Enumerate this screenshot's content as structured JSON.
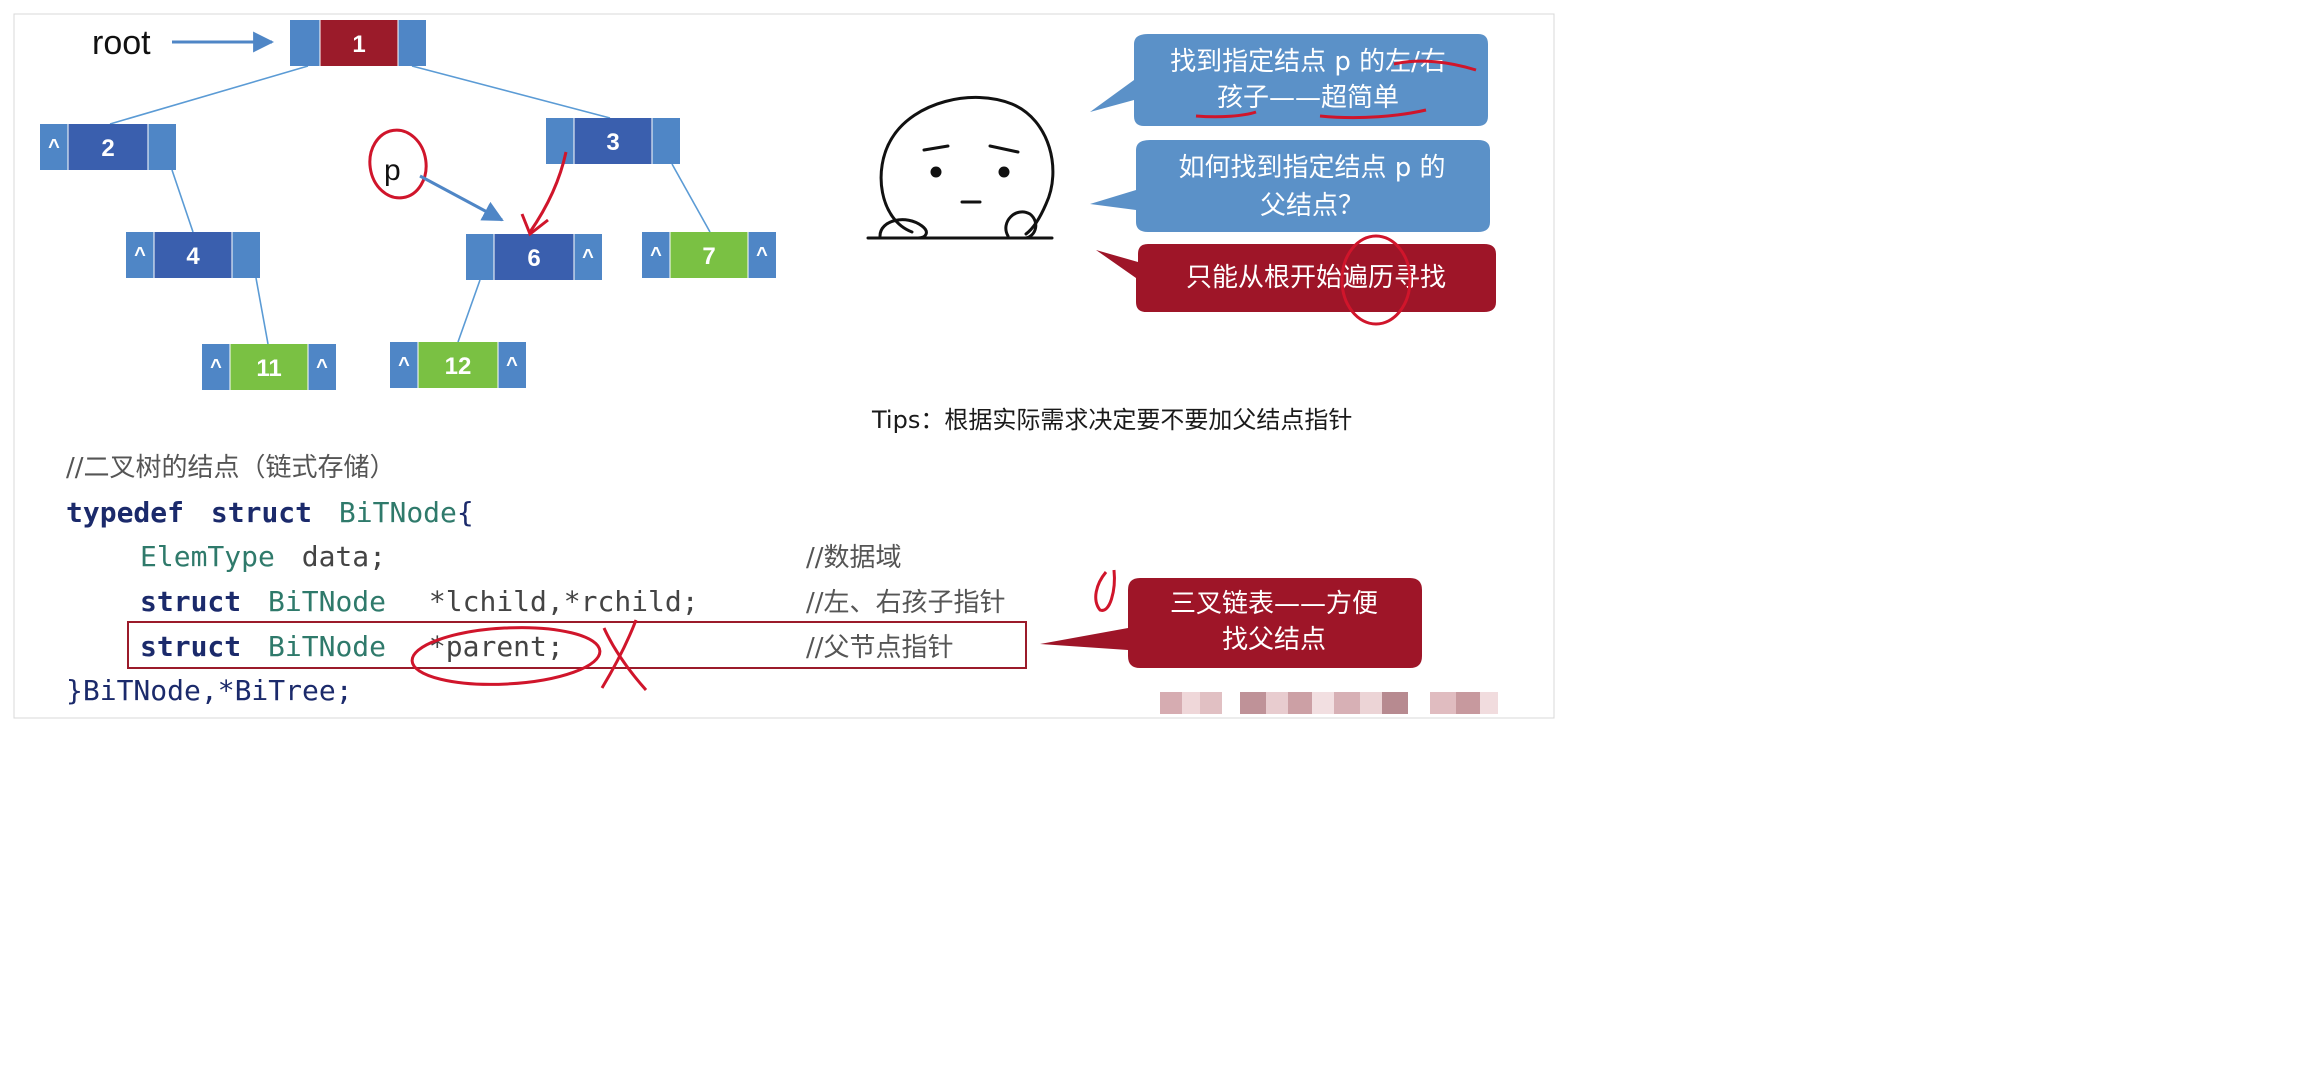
{
  "root_label": "root",
  "pointer_label": "p",
  "null_symbol": "^",
  "nodes": [
    {
      "id": "n1",
      "value": "1"
    },
    {
      "id": "n2",
      "value": "2"
    },
    {
      "id": "n3",
      "value": "3"
    },
    {
      "id": "n4",
      "value": "4"
    },
    {
      "id": "n6",
      "value": "6"
    },
    {
      "id": "n7",
      "value": "7"
    },
    {
      "id": "n11",
      "value": "11"
    },
    {
      "id": "n12",
      "value": "12"
    }
  ],
  "bubbles": [
    {
      "line1": "找到指定结点 p 的左/右",
      "line2": "孩子——超简单"
    },
    {
      "line1": "如何找到指定结点 p 的",
      "line2": "父结点？"
    },
    {
      "line1": "只能从根开始遍历寻找"
    },
    {
      "line1": "三叉链表——方便",
      "line2": "找父结点"
    }
  ],
  "tips": "Tips：根据实际需求决定要不要加父结点指针",
  "code": {
    "comment_header": "//二叉树的结点（链式存储）",
    "line1": {
      "kw1": "typedef",
      "kw2": "struct",
      "name": "BiTNode",
      "brace": "{"
    },
    "line2": {
      "type": "ElemType",
      "field": "data;",
      "comment": "//数据域"
    },
    "line3": {
      "kw": "struct",
      "type": "BiTNode",
      "fields": "*lchild,*rchild;",
      "comment": "//左、右孩子指针"
    },
    "line4": {
      "kw": "struct",
      "type": "BiTNode",
      "field": "*parent;",
      "comment": "//父节点指针"
    },
    "line5": {
      "text": "}BiTNode,*BiTree;"
    }
  },
  "colors": {
    "link_blue": "#5b9bd5",
    "node_blue": "#3a5fae",
    "node_green": "#7ac143",
    "node_red": "#9b1b2a",
    "bubble_blue": "#5b91c8",
    "bubble_red": "#9e1528",
    "ink_red": "#d0152b"
  }
}
